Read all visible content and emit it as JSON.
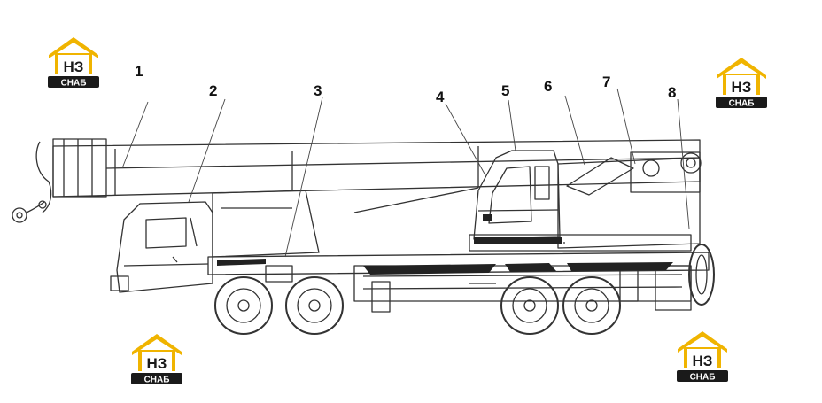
{
  "diagram": {
    "callouts": [
      {
        "number": "1"
      },
      {
        "number": "2"
      },
      {
        "number": "3"
      },
      {
        "number": "4"
      },
      {
        "number": "5"
      },
      {
        "number": "6"
      },
      {
        "number": "7"
      },
      {
        "number": "8"
      }
    ]
  },
  "logo": {
    "mark": "НЗ",
    "caption": "СНАБ",
    "colors": {
      "roof": "#f0b400",
      "badge": "#1a1a1a",
      "text": "#ffffff"
    }
  },
  "colors": {
    "line": "#333333",
    "dark": "#222222"
  }
}
